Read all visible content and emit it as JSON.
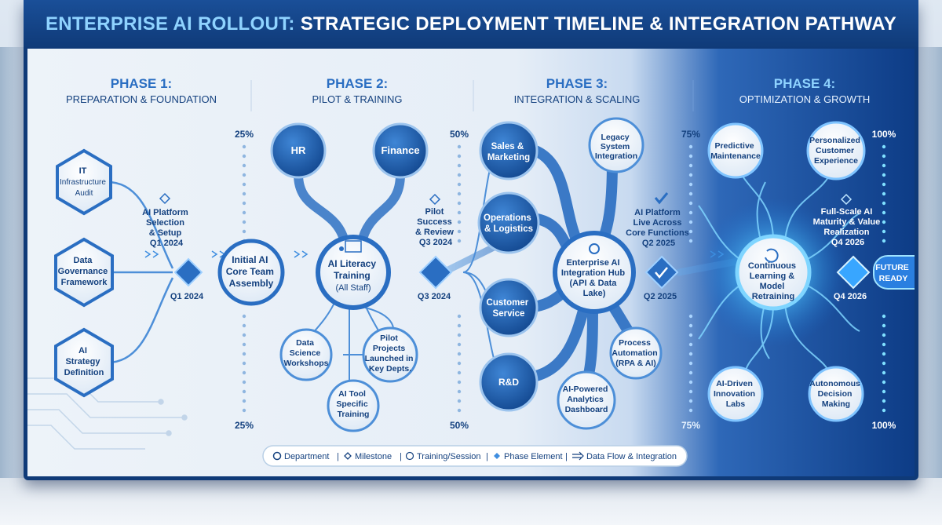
{
  "title": {
    "accent": "ENTERPRISE AI ROLLOUT:",
    "main": "STRATEGIC DEPLOYMENT TIMELINE & INTEGRATION PATHWAY"
  },
  "phases": [
    {
      "name": "PHASE 1:",
      "subtitle": "PREPARATION & FOUNDATION"
    },
    {
      "name": "PHASE 2:",
      "subtitle": "PILOT & TRAINING"
    },
    {
      "name": "PHASE 3:",
      "subtitle": "INTEGRATION & SCALING"
    },
    {
      "name": "PHASE 4:",
      "subtitle": "OPTIMIZATION & GROWTH"
    }
  ],
  "progress": {
    "p25": "25%",
    "p50": "50%",
    "p75": "75%",
    "p100": "100%"
  },
  "phase1": {
    "hex1": [
      "IT",
      "Infrastructure",
      "Audit"
    ],
    "hex2": [
      "Data",
      "Governance",
      "Framework"
    ],
    "hex3": [
      "AI",
      "Strategy",
      "Definition"
    ],
    "milestone": [
      "AI Platform",
      "Selection",
      "& Setup",
      "Q1 2024"
    ],
    "milestone_date": "Q1 2024",
    "core_team": [
      "Initial AI",
      "Core Team",
      "Assembly"
    ]
  },
  "phase2": {
    "hr": "HR",
    "finance": "Finance",
    "literacy": [
      "AI Literacy",
      "Training"
    ],
    "literacy_sub": "(All Staff)",
    "ds_workshops": [
      "Data",
      "Science",
      "Workshops"
    ],
    "pilot_projects": [
      "Pilot",
      "Projects",
      "Launched in",
      "Key Depts."
    ],
    "ai_tool": [
      "AI Tool",
      "Specific",
      "Training"
    ],
    "milestone": [
      "Pilot",
      "Success",
      "& Review",
      "Q3 2024"
    ],
    "milestone_date": "Q3 2024"
  },
  "phase3": {
    "sales": [
      "Sales &",
      "Marketing"
    ],
    "operations": [
      "Operations",
      "& Logistics"
    ],
    "customer": [
      "Customer",
      "Service"
    ],
    "rnd": "R&D",
    "legacy": [
      "Legacy",
      "System",
      "Integration"
    ],
    "hub": [
      "Enterprise AI",
      "Integration Hub",
      "(API & Data",
      "Lake)"
    ],
    "process": [
      "Process",
      "Automation",
      "(RPA & AI)"
    ],
    "analytics": [
      "AI-Powered",
      "Analytics",
      "Dashboard"
    ],
    "milestone": [
      "AI Platform",
      "Live Across",
      "Core Functions",
      "Q2 2025"
    ],
    "milestone_date": "Q2 2025"
  },
  "phase4": {
    "predictive": [
      "Predictive",
      "Maintenance"
    ],
    "personalized": [
      "Personalized",
      "Customer",
      "Experience"
    ],
    "continuous": [
      "Continuous",
      "Learning &",
      "Model",
      "Retraining"
    ],
    "innovation": [
      "AI-Driven",
      "Innovation",
      "Labs"
    ],
    "autonomous": [
      "Autonomous",
      "Decision",
      "Making"
    ],
    "milestone": [
      "Full-Scale AI",
      "Maturity & Value",
      "Realization",
      "Q4 2026"
    ],
    "milestone_date": "Q4 2026",
    "future": [
      "FUTURE",
      "READY"
    ]
  },
  "legend": {
    "department": "Department",
    "milestone": "Milestone",
    "training": "Training/Session",
    "phase_element": "Phase Element",
    "data_flow": "Data Flow & Integration",
    "sep": "|"
  },
  "colors": {
    "node_dark": "#1d5aa8",
    "node_light": "#f2f7fc",
    "accent": "#3f8ee0",
    "glow": "#6fd0ff",
    "text_dark": "#14417f"
  }
}
